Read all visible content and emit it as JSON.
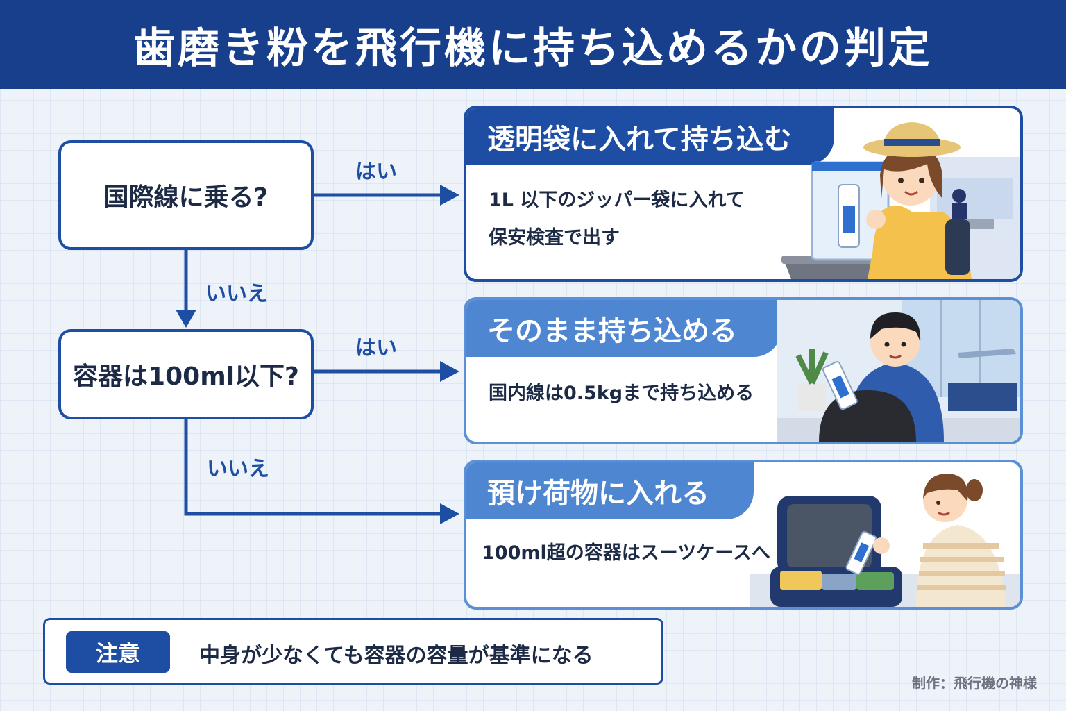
{
  "title": "歯磨き粉を飛行機に持ち込めるかの判定",
  "questions": {
    "q1": "国際線に乗る?",
    "q2": "容器は100ml以下?"
  },
  "branch_labels": {
    "q1_yes": "はい",
    "q1_no": "いいえ",
    "q2_yes": "はい",
    "q2_no": "いいえ"
  },
  "results": [
    {
      "title": "透明袋に入れて持ち込む",
      "lines": [
        "1L 以下のジッパー袋に入れて",
        "保安検査で出す"
      ]
    },
    {
      "title": "そのまま持ち込める",
      "lines": [
        "国内線は0.5kgまで持ち込める"
      ]
    },
    {
      "title": "預け荷物に入れる",
      "lines": [
        "100ml超の容器はスーツケースへ"
      ]
    }
  ],
  "note": {
    "badge": "注意",
    "text": "中身が少なくても容器の容量が基準になる"
  },
  "credit": "制作：飛行機の神様",
  "colors": {
    "header": "#183f8c",
    "primary": "#1d4ea3",
    "secondary": "#4f86d1",
    "background": "#eef3fa"
  },
  "illustrations": [
    "traveler-with-ziplock-bag-at-security",
    "traveler-packing-backpack-in-airport-lounge",
    "traveler-packing-suitcase"
  ]
}
